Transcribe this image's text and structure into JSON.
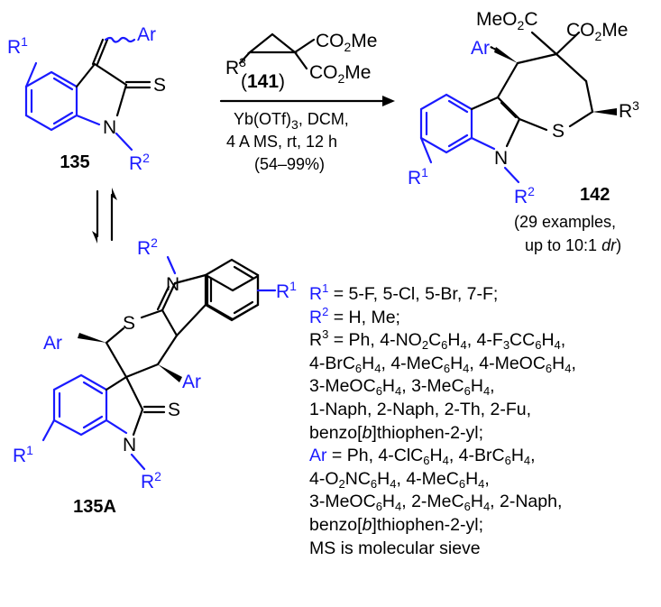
{
  "labels": {
    "ar": "Ar",
    "r": "R",
    "one": "1",
    "two": "2",
    "three": "3",
    "s": "S",
    "n": "N",
    "meo2c": "MeO",
    "co2me": "CO",
    "me": "Me",
    "sub2": "2",
    "c": "C"
  },
  "compounds": {
    "c135": "135",
    "c141": "141",
    "c142": "142",
    "c135a": "135A"
  },
  "conditions": {
    "line1_a": "Yb(OTf)",
    "line1_sub": "3",
    "line1_b": ", DCM,",
    "line2": "4 A MS, rt, 12 h",
    "line3": "(54–99%)"
  },
  "result_note": {
    "line1": "(29 examples,",
    "line2_a": "up to 10:1 ",
    "line2_b": "dr",
    "line2_c": ")"
  },
  "legend": {
    "r1": {
      "key": "R",
      "sup": "1",
      "value": " = 5-F, 5-Cl, 5-Br, 7-F;"
    },
    "r2": {
      "key": "R",
      "sup": "2",
      "value": " = H, Me;"
    },
    "r3": {
      "key": "R",
      "sup": "3",
      "value": " = Ph, 4-NO"
    },
    "r3_lines": [
      "4-BrC6H4, 4-MeC6H4, 4-MeOC6H4,",
      "3-MeOC6H4, 3-MeC6H4,",
      "1-Naph, 2-Naph, 2-Th, 2-Fu,"
    ],
    "benzo_a": "benzo[",
    "benzo_b": "b",
    "benzo_c": "]thiophen-2-yl;",
    "ar_key": "Ar",
    "ar_value": " = Ph, 4-ClC6H4, 4-BrC6H4,",
    "ar_lines": [
      "4-O2NC6H4, 4-MeC6H4,",
      "3-MeOC6H4, 2-MeC6H4, 2-Naph,"
    ],
    "ms_note": "MS is molecular sieve"
  }
}
